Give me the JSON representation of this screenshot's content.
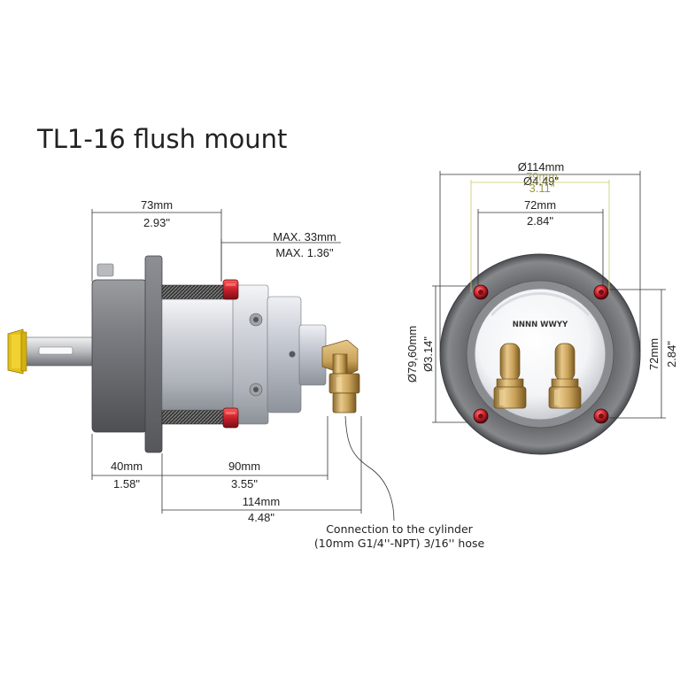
{
  "title": "TL1-16 flush mount",
  "side_view": {
    "dim_overall_length": {
      "mm": "73mm",
      "in": "2.93\""
    },
    "dim_max_panel": {
      "mm": "MAX. 33mm",
      "in": "MAX. 1.36\""
    },
    "dim_front": {
      "mm": "40mm",
      "in": "1.58\""
    },
    "dim_body": {
      "mm": "90mm",
      "in": "3.55\""
    },
    "dim_total": {
      "mm": "114mm",
      "in": "4.48\""
    },
    "connection_note": {
      "line1": "Connection to the cylinder",
      "line2": "(10mm G1/4''-NPT) 3/16'' hose"
    }
  },
  "front_view": {
    "dim_flange_dia": {
      "mm": "Ø114mm",
      "in": "Ø4.49\""
    },
    "dim_cutout_dia": {
      "mm": "79mm",
      "in": "3.11\""
    },
    "dim_bolt_h": {
      "mm": "72mm",
      "in": "2.84\""
    },
    "dim_bolt_v": {
      "mm": "72mm",
      "in": "2.84\""
    },
    "dim_body_dia": {
      "mm": "Ø79,60mm",
      "in": "Ø3.14\""
    },
    "face_label": "NNNN WWYY"
  },
  "colors": {
    "red_bolt": "#c8202a",
    "brass": "#c9a25a",
    "aluminium": "#c9ccd4",
    "anodized_grey": "#7a7c80",
    "shaft_nut": "#e6c21a"
  }
}
